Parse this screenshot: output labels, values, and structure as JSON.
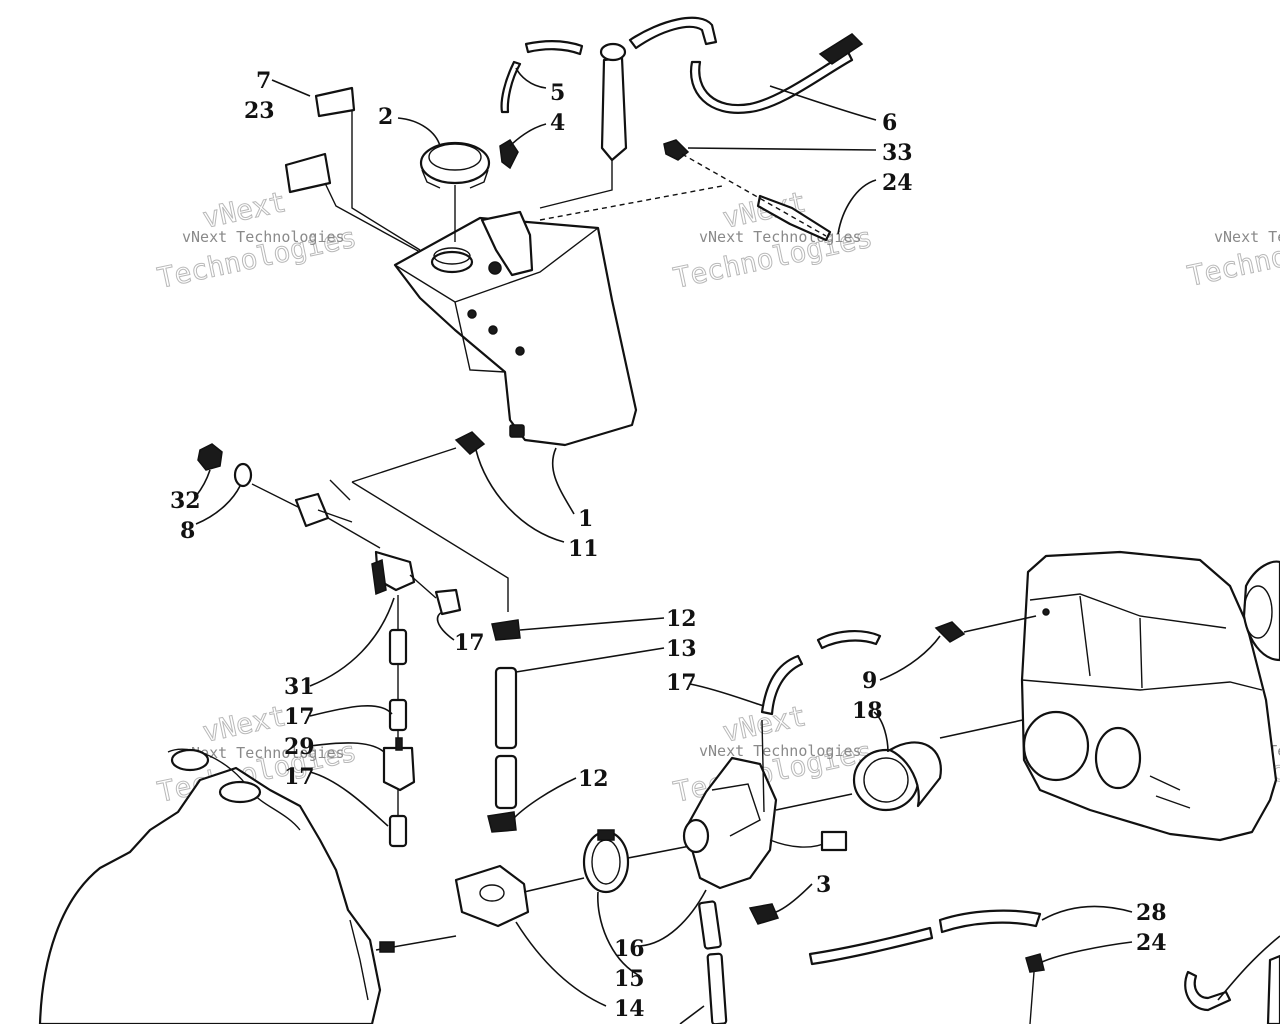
{
  "diagram": {
    "callouts": {
      "c1": "1",
      "c2": "2",
      "c3": "3",
      "c4": "4",
      "c5": "5",
      "c6": "6",
      "c7": "7",
      "c8": "8",
      "c9": "9",
      "c11": "11",
      "c12a": "12",
      "c12b": "12",
      "c13": "13",
      "c14": "14",
      "c15": "15",
      "c16": "16",
      "c17a": "17",
      "c17b": "17",
      "c17c": "17",
      "c17d": "17",
      "c18": "18",
      "c23": "23",
      "c24a": "24",
      "c24b": "24",
      "c28": "28",
      "c29": "29",
      "c31": "31",
      "c32": "32",
      "c33": "33"
    },
    "watermark": {
      "company": "vNext Technologies",
      "word": "Technologies",
      "short": "vNext",
      "cut_a": "vNext Te",
      "cut_b": "Technolo"
    }
  }
}
